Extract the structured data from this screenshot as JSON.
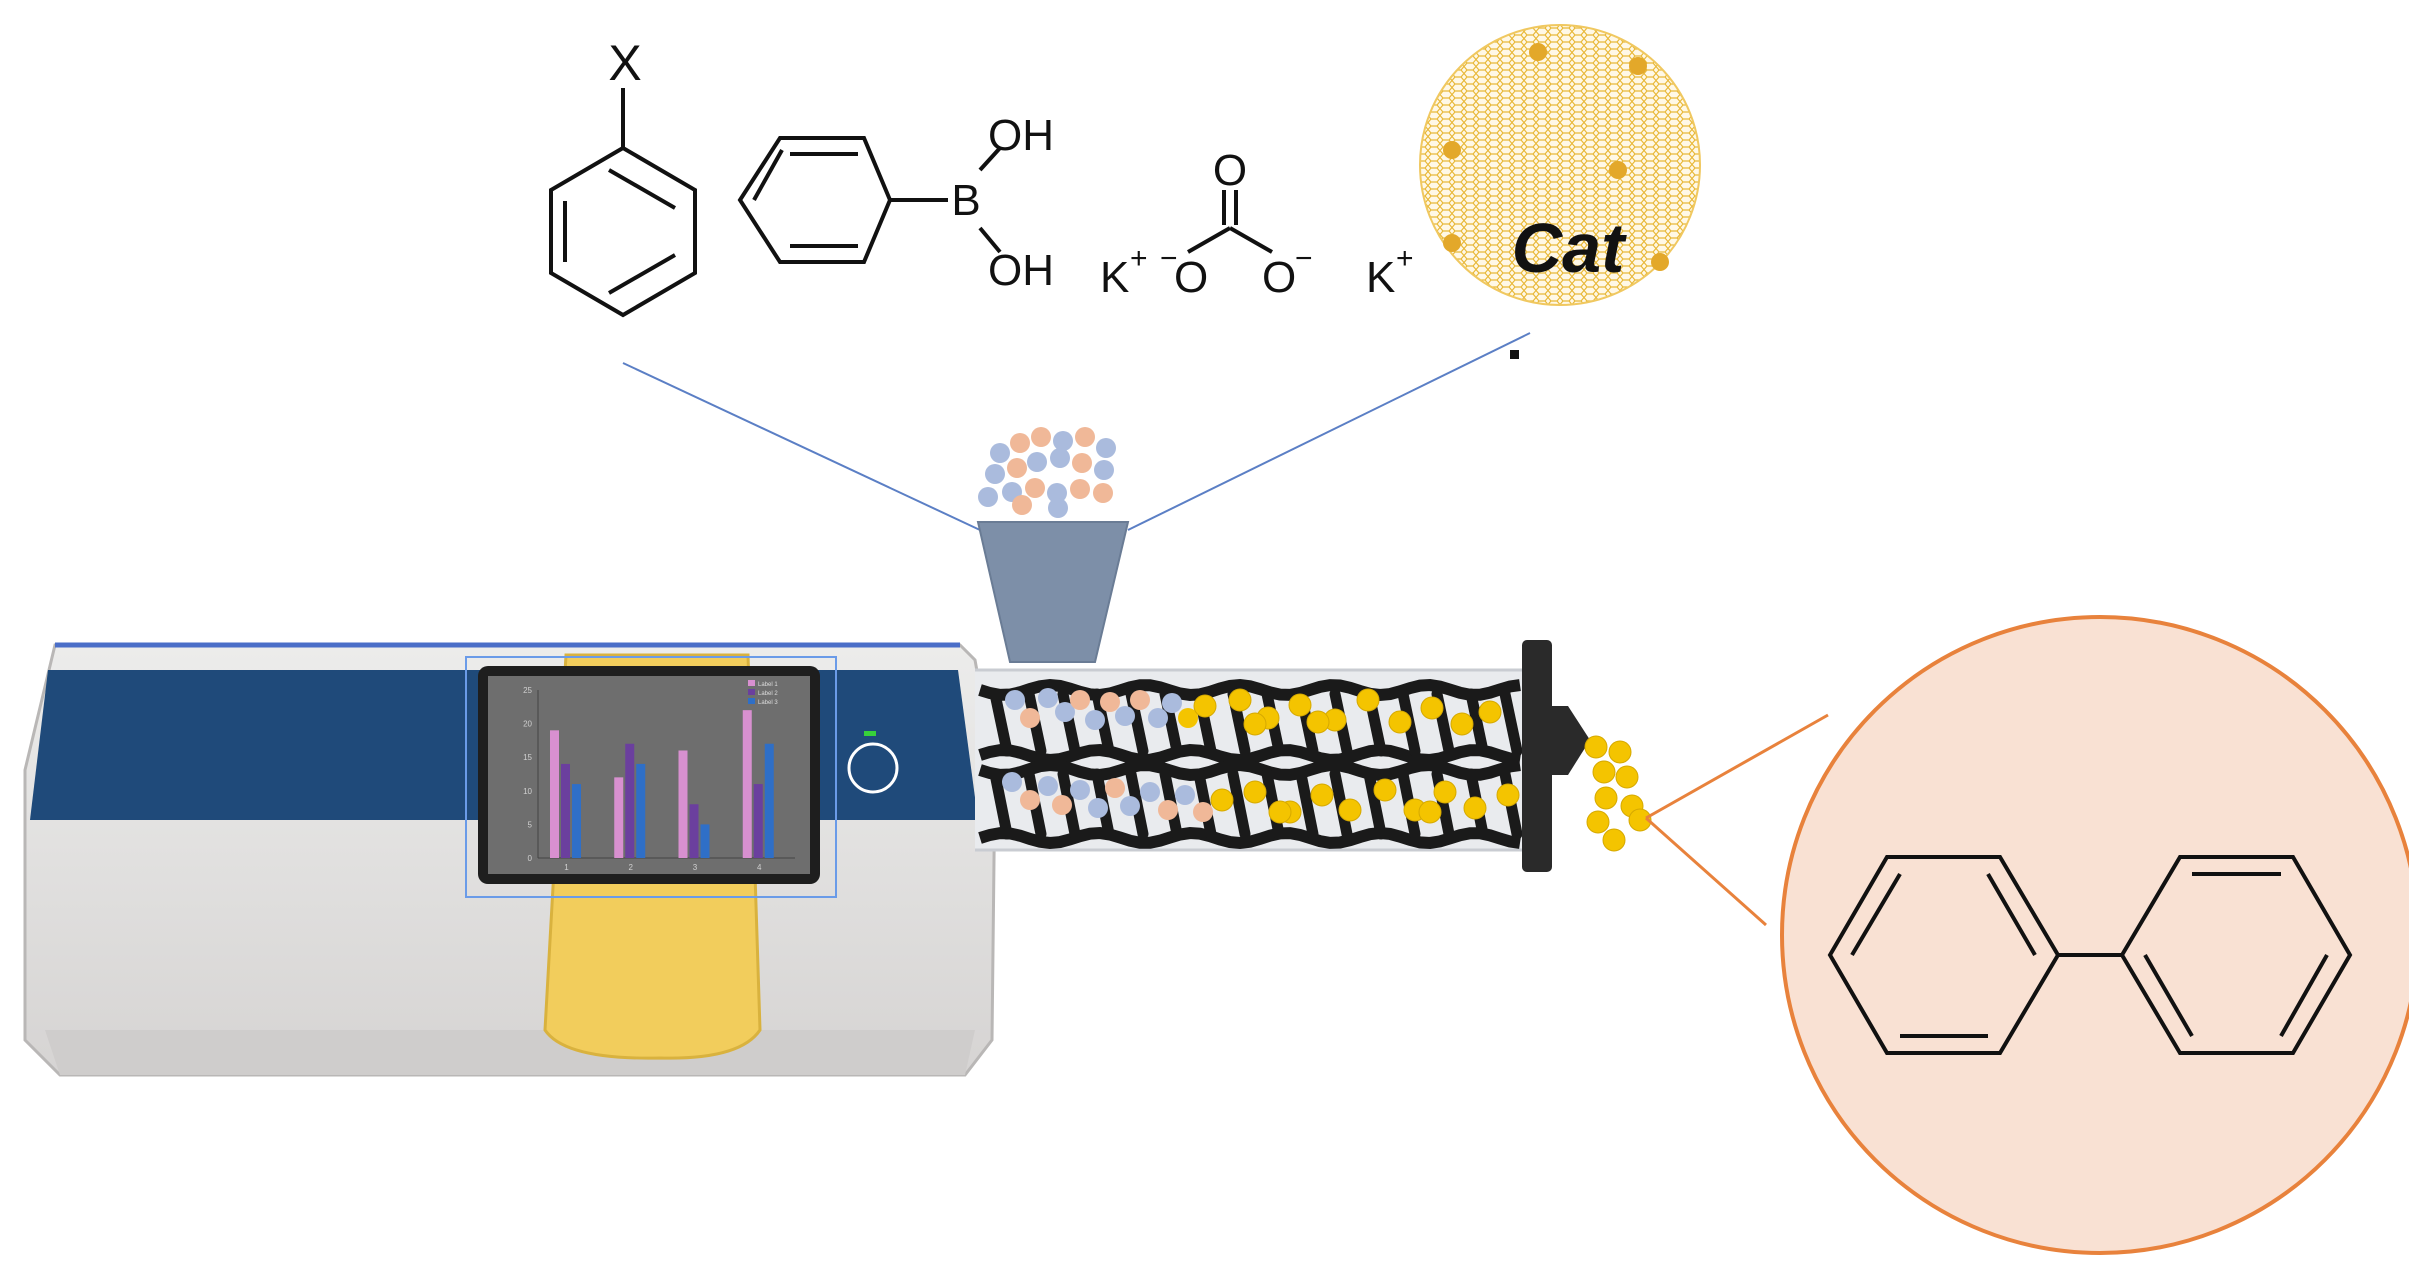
{
  "reagents": {
    "aryl_halide_substituent": "X",
    "boronic_acid": {
      "boron": "B",
      "oh_top": "OH",
      "oh_bottom": "OH"
    },
    "carbonate": {
      "k_left": "K",
      "k_left_charge": "+",
      "o_left_charge": "−",
      "o_left": "O",
      "o_top": "O",
      "o_right": "O",
      "o_right_charge": "−",
      "k_right": "K",
      "k_right_charge": "+"
    },
    "catalyst_label": "Cat"
  },
  "extruder": {
    "screen_chart": {
      "type": "bar",
      "categories": [
        "1",
        "2",
        "3",
        "4"
      ],
      "series": [
        {
          "name": "Label 1",
          "values": [
            19,
            12,
            16,
            22
          ]
        },
        {
          "name": "Label 2",
          "values": [
            14,
            17,
            8,
            11
          ]
        },
        {
          "name": "Label 3",
          "values": [
            11,
            14,
            5,
            17
          ]
        }
      ],
      "ylim": [
        0,
        25
      ],
      "yticks": [
        0,
        5,
        10,
        15,
        20,
        25
      ],
      "colors": [
        "#d890d0",
        "#6b3f9e",
        "#2f6fc7"
      ]
    }
  },
  "product": {
    "name": "biphenyl"
  },
  "colors": {
    "panel_blue": "#1f4a7a",
    "housing_gray": "#dcdad9",
    "yellow_block": "#f2cd5c",
    "hopper_blue": "#7d8fa8",
    "ball_blue": "#aabbdd",
    "ball_peach": "#f0b898",
    "ball_yellow": "#f4c400",
    "catalyst_gold": "#e8b838",
    "product_fill": "#f9e1d3",
    "product_stroke": "#e8823c",
    "line_blue": "#5b7fc5"
  }
}
